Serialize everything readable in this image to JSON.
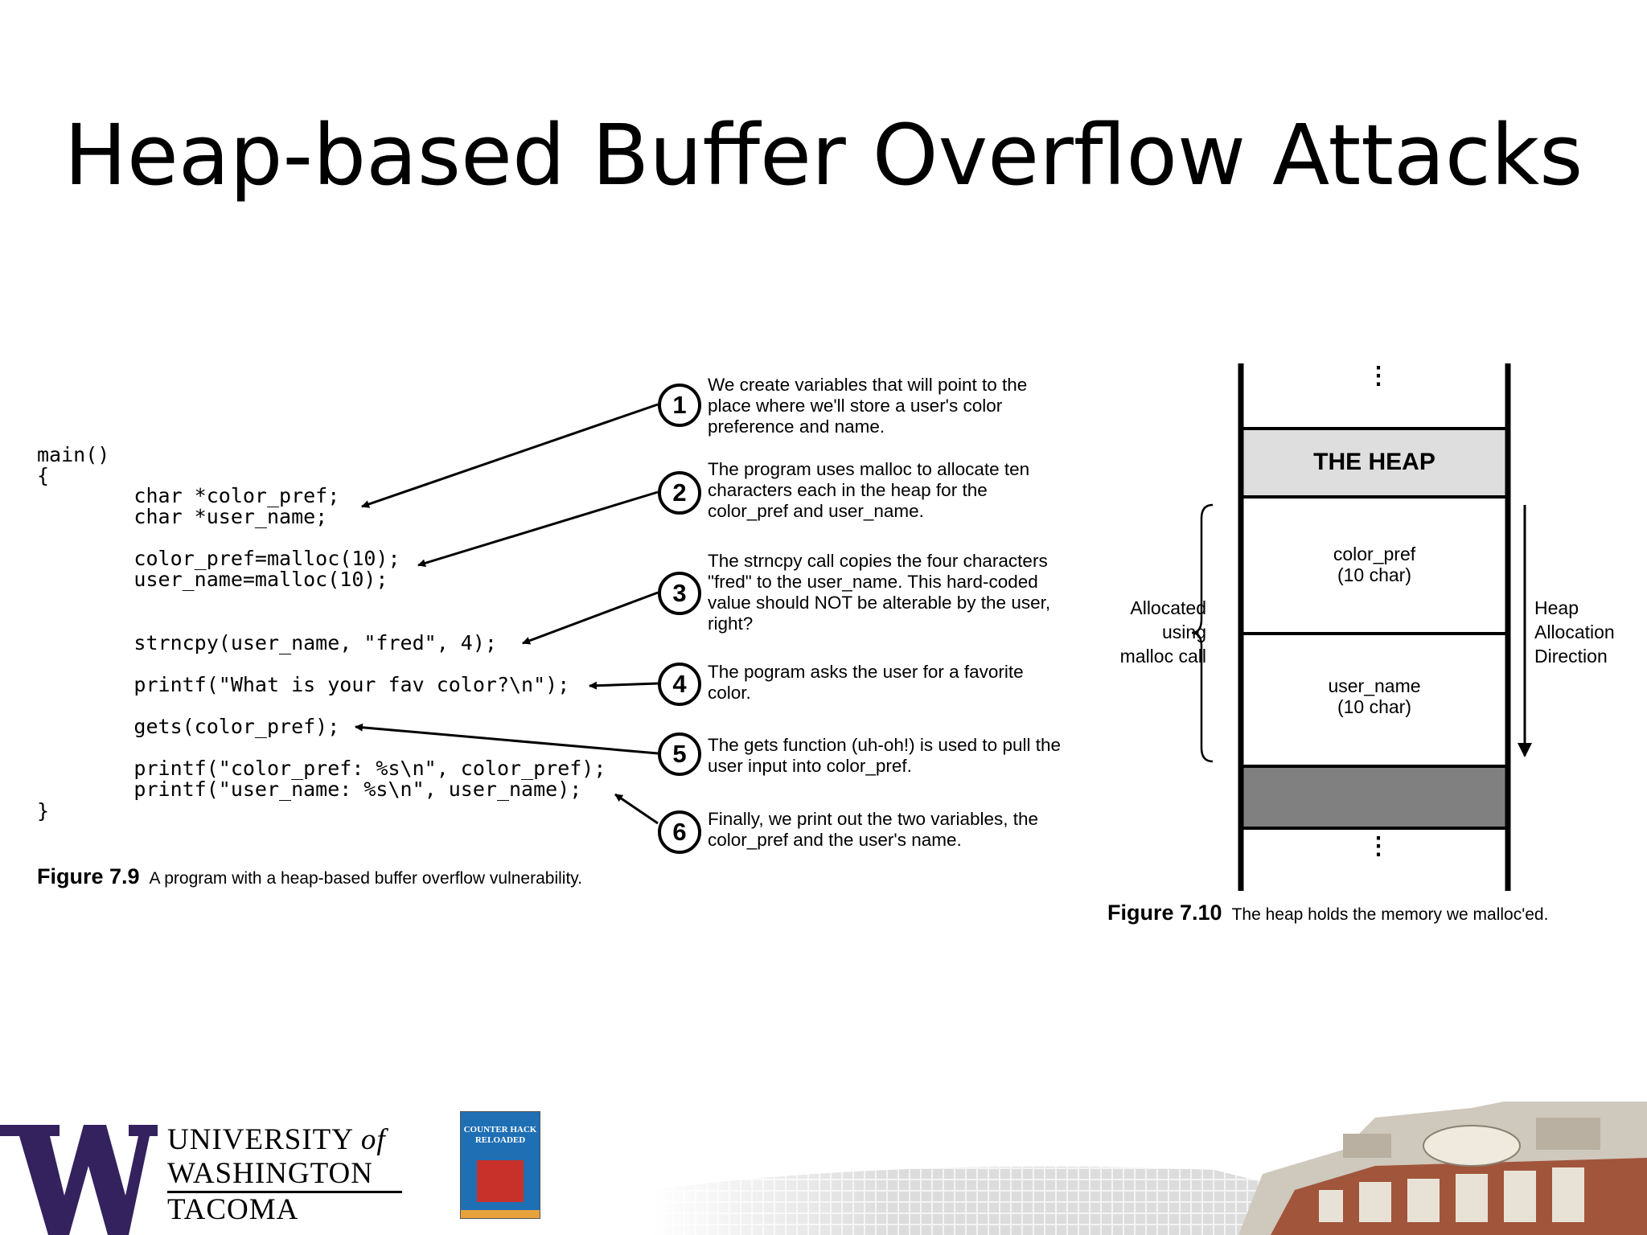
{
  "slide": {
    "title": "Heap-based Buffer Overflow Attacks"
  },
  "figure_7_9": {
    "code_lines": [
      "main()",
      "{",
      "        char *color_pref;",
      "        char *user_name;",
      "        color_pref=malloc(10);",
      "        user_name=malloc(10);",
      "        strncpy(user_name, \"fred\", 4);",
      "        printf(\"What is your fav color?\\n\");",
      "        gets(color_pref);",
      "        printf(\"color_pref: %s\\n\", color_pref);",
      "        printf(\"user_name: %s\\n\", user_name);",
      "}"
    ],
    "callouts": [
      {
        "number": "1",
        "text": "We create variables that will point to the place where we'll store a user's color preference and name."
      },
      {
        "number": "2",
        "text": "The program uses malloc to allocate ten characters each in the heap for the color_pref and user_name."
      },
      {
        "number": "3",
        "text": "The strncpy call copies the four characters \"fred\" to the user_name. This hard-coded value should NOT be alterable by the user, right?"
      },
      {
        "number": "4",
        "text": "The pogram asks the user for a favorite color."
      },
      {
        "number": "5",
        "text": "The gets function (uh-oh!) is used to pull the user input into color_pref."
      },
      {
        "number": "6",
        "text": "Finally, we print out the two variables, the color_pref and the user's name."
      }
    ],
    "caption_label": "Figure 7.9",
    "caption_text": "A program with a heap-based buffer overflow vulnerability."
  },
  "figure_7_10": {
    "heap_label": "THE HEAP",
    "block1_line1": "color_pref",
    "block1_line2": "(10 char)",
    "block2_line1": "user_name",
    "block2_line2": "(10 char)",
    "allocated_line1": "Allocated",
    "allocated_line2": "using",
    "allocated_line3": "malloc call",
    "direction_line1": "Heap",
    "direction_line2": "Allocation",
    "direction_line3": "Direction",
    "caption_label": "Figure 7.10",
    "caption_text": "The heap holds the memory we malloc'ed."
  },
  "footer": {
    "logo_line1": "UNIVERSITY",
    "logo_of": "of",
    "logo_line2": "WASHINGTON",
    "logo_line3": "TACOMA",
    "book_title_line1": "COUNTER HACK",
    "book_title_line2": "RELOADED"
  },
  "colors": {
    "uw_purple": "#33225e",
    "heap_fill": "#dedede",
    "block_dark": "#808080",
    "book_blue": "#1f6fb5"
  }
}
